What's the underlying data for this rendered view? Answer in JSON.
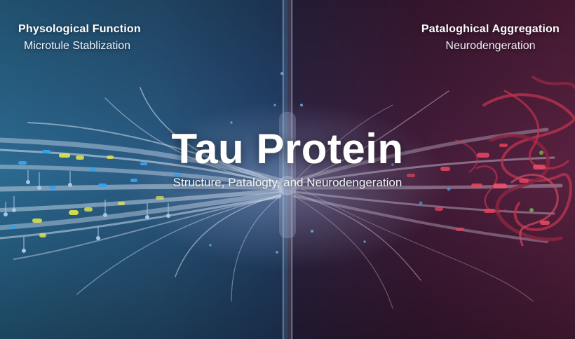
{
  "left_panel": {
    "title": "Physological Function",
    "subtitle": "Microtule Stablization"
  },
  "right_panel": {
    "title": "Pataloghical Aggregation",
    "subtitle": "Neurodengeration"
  },
  "hero": {
    "title": "Tau Protein",
    "subtitle": "Structure, Patalogty, and Neurodengeration"
  },
  "colors": {
    "left_background": "#2f6f97",
    "right_background": "#4a1f3e",
    "fiber": "#c9d8e8",
    "tangle": "#c8304a",
    "healthy_marker": "#e6e84a",
    "accent_blue": "#3aa0e6"
  }
}
